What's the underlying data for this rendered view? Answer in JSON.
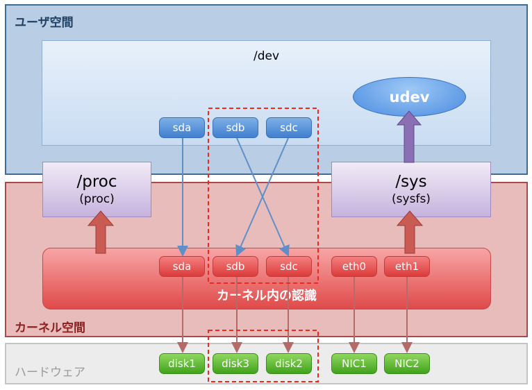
{
  "regions": {
    "user_space": "ユーザ空間",
    "kernel_space": "カーネル空間",
    "hardware": "ハードウェア"
  },
  "dev_label": "/dev",
  "udev_label": "udev",
  "proc": {
    "title": "/proc",
    "subtitle": "(proc)"
  },
  "sys": {
    "title": "/sys",
    "subtitle": "(sysfs)"
  },
  "kernel_label": "カーネル内の認識",
  "dev_nodes": [
    "sda",
    "sdb",
    "sdc"
  ],
  "kernel_nodes": [
    "sda",
    "sdb",
    "sdc",
    "eth0",
    "eth1"
  ],
  "hardware_nodes": [
    "disk1",
    "disk3",
    "disk2",
    "NIC1",
    "NIC2"
  ],
  "colors": {
    "user_space_bg": "#b9cee4",
    "kernel_space_bg": "#e9bcbc",
    "hardware_bg": "#ececec",
    "highlight_dash": "#ee2a1b"
  }
}
